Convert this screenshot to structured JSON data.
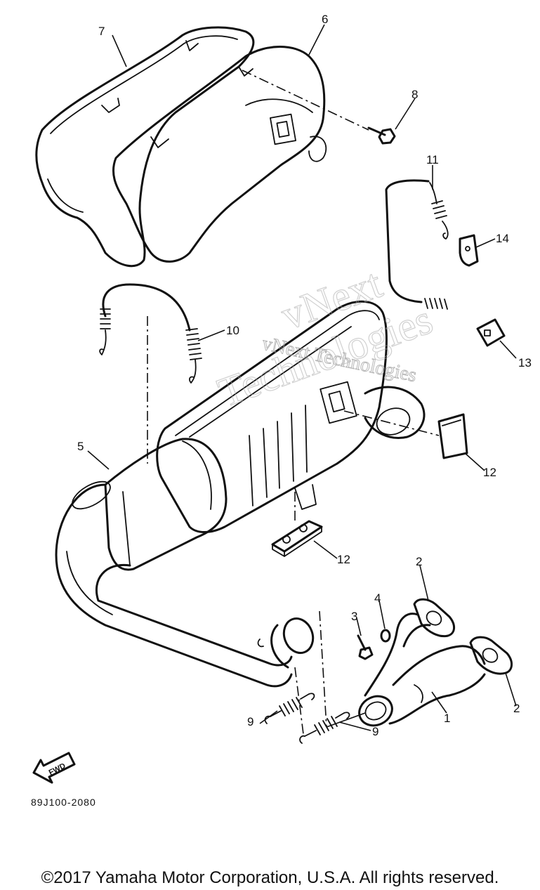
{
  "diagram": {
    "diagram_code": "89J100-2080",
    "fwd_label": "FWD",
    "watermark": {
      "line1": "vNext Technologies",
      "line2": "vNext",
      "line3": "Technologies"
    },
    "callouts": [
      {
        "id": "c1",
        "label": "1"
      },
      {
        "id": "c2a",
        "label": "2"
      },
      {
        "id": "c2b",
        "label": "2"
      },
      {
        "id": "c3",
        "label": "3"
      },
      {
        "id": "c4",
        "label": "4"
      },
      {
        "id": "c5",
        "label": "5"
      },
      {
        "id": "c6",
        "label": "6"
      },
      {
        "id": "c7",
        "label": "7"
      },
      {
        "id": "c8",
        "label": "8"
      },
      {
        "id": "c9a",
        "label": "9"
      },
      {
        "id": "c9b",
        "label": "9"
      },
      {
        "id": "c10",
        "label": "10"
      },
      {
        "id": "c11",
        "label": "11"
      },
      {
        "id": "c12a",
        "label": "12"
      },
      {
        "id": "c12b",
        "label": "12"
      },
      {
        "id": "c13",
        "label": "13"
      },
      {
        "id": "c14",
        "label": "14"
      }
    ]
  },
  "footer": {
    "copyright": "©2017 Yamaha Motor Corporation, U.S.A. All rights reserved."
  }
}
